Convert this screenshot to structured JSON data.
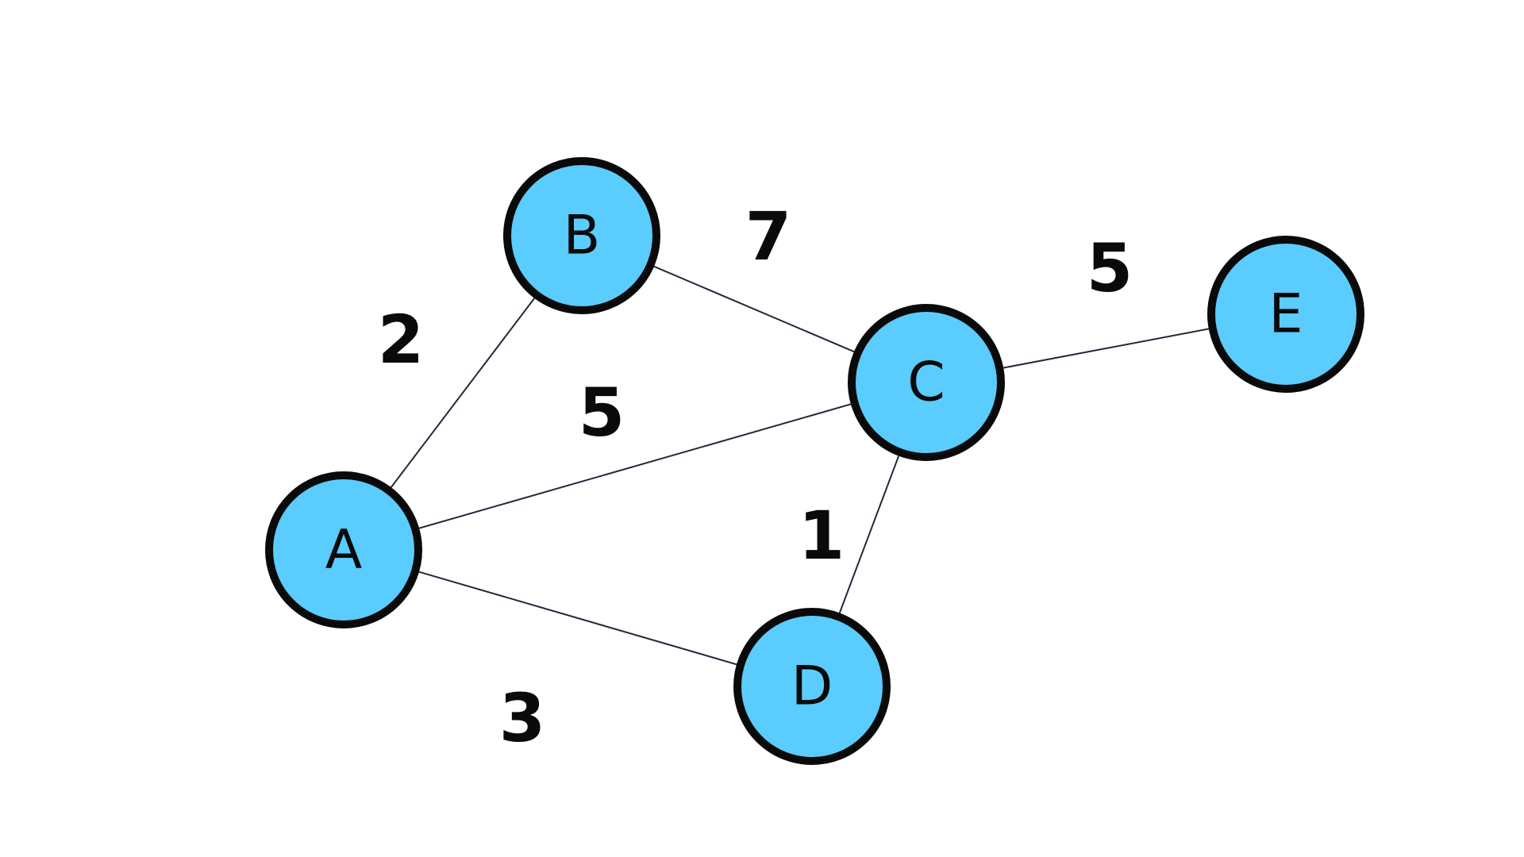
{
  "graph": {
    "nodes": [
      {
        "id": "A",
        "label": "A"
      },
      {
        "id": "B",
        "label": "B"
      },
      {
        "id": "C",
        "label": "C"
      },
      {
        "id": "D",
        "label": "D"
      },
      {
        "id": "E",
        "label": "E"
      }
    ],
    "edges": [
      {
        "from": "A",
        "to": "B",
        "weight": "2"
      },
      {
        "from": "B",
        "to": "C",
        "weight": "7"
      },
      {
        "from": "A",
        "to": "C",
        "weight": "5"
      },
      {
        "from": "C",
        "to": "E",
        "weight": "5"
      },
      {
        "from": "C",
        "to": "D",
        "weight": "1"
      },
      {
        "from": "A",
        "to": "D",
        "weight": "3"
      }
    ]
  },
  "colors": {
    "node_fill": "#5accfd",
    "node_stroke": "#0a0a0a",
    "edge_stroke": "#1e2a3a",
    "text": "#0a0a0a"
  }
}
